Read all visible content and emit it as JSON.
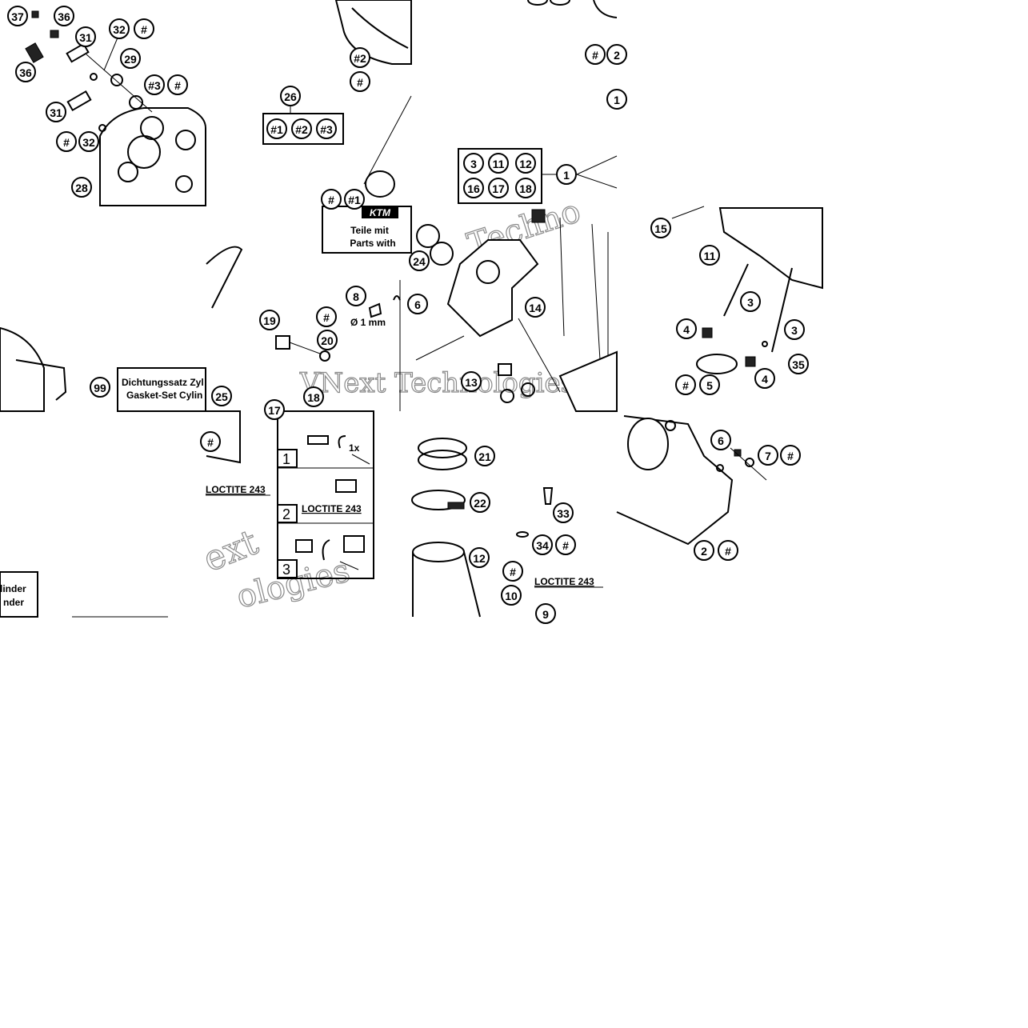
{
  "callouts": [
    {
      "id": "c37a",
      "label": "37"
    },
    {
      "id": "c36a",
      "label": "36"
    },
    {
      "id": "c31a",
      "label": "31"
    },
    {
      "id": "c32a",
      "label": "32"
    },
    {
      "id": "cha1",
      "label": "#"
    },
    {
      "id": "c29",
      "label": "29"
    },
    {
      "id": "c36b",
      "label": "36"
    },
    {
      "id": "c3a",
      "label": "#3"
    },
    {
      "id": "cha2",
      "label": "#"
    },
    {
      "id": "c31b",
      "label": "31"
    },
    {
      "id": "cha3",
      "label": "#"
    },
    {
      "id": "c32b",
      "label": "32"
    },
    {
      "id": "c28",
      "label": "28"
    },
    {
      "id": "c2a",
      "label": "#2"
    },
    {
      "id": "cha4",
      "label": "#"
    },
    {
      "id": "c26",
      "label": "26"
    },
    {
      "id": "c1b",
      "label": "#1"
    },
    {
      "id": "c2b",
      "label": "#2"
    },
    {
      "id": "c3b",
      "label": "#3"
    },
    {
      "id": "cha5",
      "label": "#"
    },
    {
      "id": "c1c",
      "label": "#1"
    },
    {
      "id": "cha6",
      "label": "#"
    },
    {
      "id": "c2c",
      "label": "2"
    },
    {
      "id": "c3k",
      "label": "3"
    },
    {
      "id": "c11k",
      "label": "11"
    },
    {
      "id": "c12k",
      "label": "12"
    },
    {
      "id": "c16k",
      "label": "16"
    },
    {
      "id": "c17k",
      "label": "17"
    },
    {
      "id": "c18k",
      "label": "18"
    },
    {
      "id": "c1",
      "label": "1"
    },
    {
      "id": "c1r",
      "label": "1"
    },
    {
      "id": "c15",
      "label": "15"
    },
    {
      "id": "c11",
      "label": "11"
    },
    {
      "id": "c3r",
      "label": "3"
    },
    {
      "id": "c4a",
      "label": "4"
    },
    {
      "id": "c3s",
      "label": "3"
    },
    {
      "id": "c35",
      "label": "35"
    },
    {
      "id": "cha7",
      "label": "#"
    },
    {
      "id": "c5",
      "label": "5"
    },
    {
      "id": "c4b",
      "label": "4"
    },
    {
      "id": "c8",
      "label": "8"
    },
    {
      "id": "c19",
      "label": "19"
    },
    {
      "id": "cha8",
      "label": "#"
    },
    {
      "id": "c20",
      "label": "20"
    },
    {
      "id": "c18",
      "label": "18"
    },
    {
      "id": "c17",
      "label": "17"
    },
    {
      "id": "c24",
      "label": "24"
    },
    {
      "id": "c6a",
      "label": "6"
    },
    {
      "id": "c14",
      "label": "14"
    },
    {
      "id": "c13",
      "label": "13"
    },
    {
      "id": "c99",
      "label": "99"
    },
    {
      "id": "c25",
      "label": "25"
    },
    {
      "id": "cha9",
      "label": "#"
    },
    {
      "id": "c21",
      "label": "21"
    },
    {
      "id": "c22",
      "label": "22"
    },
    {
      "id": "c33",
      "label": "33"
    },
    {
      "id": "c34",
      "label": "34"
    },
    {
      "id": "cha10",
      "label": "#"
    },
    {
      "id": "c12",
      "label": "12"
    },
    {
      "id": "cha11",
      "label": "#"
    },
    {
      "id": "c10",
      "label": "10"
    },
    {
      "id": "c9",
      "label": "9"
    },
    {
      "id": "c6b",
      "label": "6"
    },
    {
      "id": "c7",
      "label": "7"
    },
    {
      "id": "cha12",
      "label": "#"
    },
    {
      "id": "c2d",
      "label": "2"
    },
    {
      "id": "cha13",
      "label": "#"
    }
  ],
  "labels": {
    "ktm_logo": "KTM",
    "teile_mit": "Teile mit",
    "parts_with": "Parts with",
    "diameter": "Ø 1 mm",
    "dichtungssatz": "Dichtungssatz Zyl",
    "gasket_set": "Gasket-Set Cylin",
    "linder": "linder",
    "nder": "nder",
    "loctite_1": "LOCTITE 243",
    "loctite_2": "LOCTITE 243",
    "loctite_3": "LOCTITE 243",
    "step_1": "1",
    "step_2": "2",
    "step_3": "3",
    "turns": "1x"
  },
  "watermark": {
    "line_1": "VNext Technologies",
    "fragment_a": "Techno",
    "fragment_b": "ext",
    "fragment_c": "ologies"
  },
  "colors": {
    "ink": "#000000",
    "paper": "#ffffff",
    "watermark": "#8a8a8a"
  }
}
